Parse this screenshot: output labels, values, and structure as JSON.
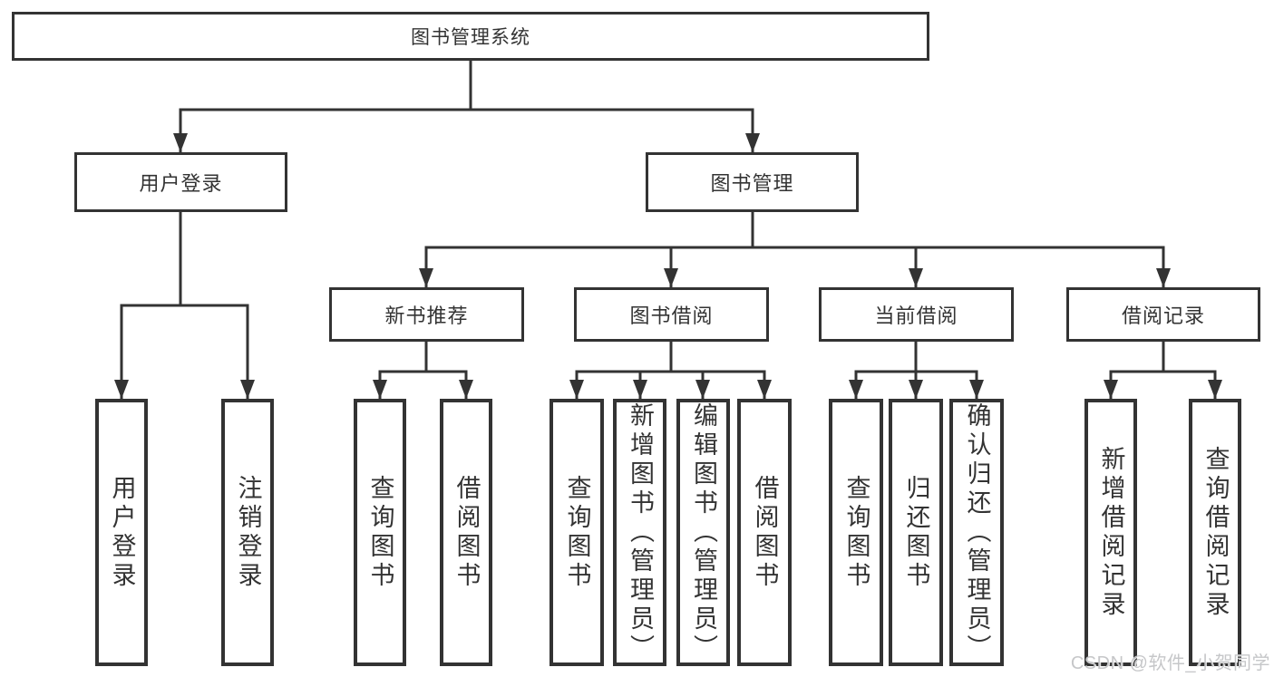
{
  "tree": {
    "root": "图书管理系统",
    "children": [
      {
        "label": "用户登录",
        "children": [
          "用户登录",
          "注销登录"
        ]
      },
      {
        "label": "图书管理",
        "children": [
          {
            "label": "新书推荐",
            "children": [
              "查询图书",
              "借阅图书"
            ]
          },
          {
            "label": "图书借阅",
            "children": [
              "查询图书",
              "新增图书（管理员）",
              "编辑图书（管理员）",
              "借阅图书"
            ]
          },
          {
            "label": "当前借阅",
            "children": [
              "查询图书",
              "归还图书",
              "确认归还（管理员）"
            ]
          },
          {
            "label": "借阅记录",
            "children": [
              "新增借阅记录",
              "查询借阅记录"
            ]
          }
        ]
      }
    ]
  },
  "watermark": {
    "text": "CSDN @软件_小贺同学"
  },
  "colors": {
    "line": "#333333",
    "text": "#333333",
    "box_background": "#ffffff",
    "watermark": "#c6c7c9"
  }
}
